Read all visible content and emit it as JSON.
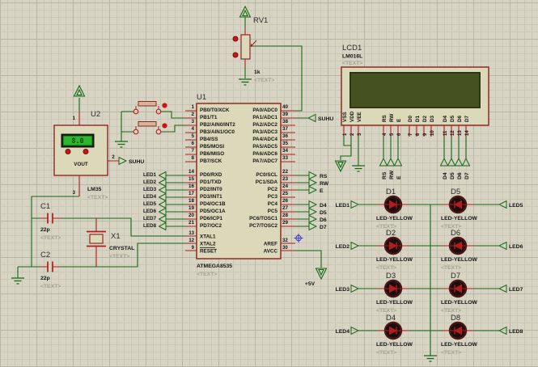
{
  "colors": {
    "wire": "#156915",
    "pin": "#b21c1c",
    "body_border": "#8e2a22",
    "body_fill": "#dcd9ba",
    "lcd_screen": "#45511e",
    "led_symbol": "#b31d1d",
    "ghost_text": "#a3a191",
    "origin_marker": "#3a3ac8"
  },
  "u2": {
    "ref": "U2",
    "part": "LM35",
    "text": "<TEXT>",
    "display": "8.0",
    "pin_label": "VOUT",
    "pin1": "1",
    "pin2": "2",
    "pin3": "3",
    "net": "SUHU"
  },
  "rv1": {
    "ref": "RV1",
    "value": "1k",
    "text": "<TEXT>"
  },
  "c1": {
    "ref": "C1",
    "value": "22p",
    "text": "<TEXT>"
  },
  "c2": {
    "ref": "C2",
    "value": "22p",
    "text": "<TEXT>"
  },
  "x1": {
    "ref": "X1",
    "part": "CRYSTAL",
    "text": "<TEXT>"
  },
  "power": {
    "plus5v": "+5V"
  },
  "u1": {
    "ref": "U1",
    "part": "ATMEGA8535",
    "text": "<TEXT>",
    "suhu": "SUHU",
    "portb": {
      "names": [
        "PB0/T0/XCK",
        "PB1/T1",
        "PB2/AIN0/INT2",
        "PB3/AIN1/OC0",
        "PB4/SS",
        "PB5/MOSI",
        "PB6/MISO",
        "PB7/SCK"
      ],
      "nums": [
        "1",
        "2",
        "3",
        "4",
        "5",
        "6",
        "7",
        "8"
      ]
    },
    "portd": {
      "names": [
        "PD0/RXD",
        "PD1/TXD",
        "PD2/INT0",
        "PD3/INT1",
        "PD4/OC1B",
        "PD5/OC1A",
        "PD6/ICP1",
        "PD7/OC2"
      ],
      "nums": [
        "14",
        "15",
        "16",
        "17",
        "18",
        "19",
        "20",
        "21"
      ]
    },
    "porta": {
      "names": [
        "PA0/ADC0",
        "PA1/ADC1",
        "PA2/ADC2",
        "PA3/ADC3",
        "PA4/ADC4",
        "PA5/ADC5",
        "PA6/ADC6",
        "PA7/ADC7"
      ],
      "nums": [
        "40",
        "39",
        "38",
        "37",
        "36",
        "35",
        "34",
        "33"
      ]
    },
    "portc": {
      "names": [
        "PC0/SCL",
        "PC1/SDA",
        "PC2",
        "PC3",
        "PC4",
        "PC5",
        "PC6/TOSC1",
        "PC7/TOSC2"
      ],
      "nums": [
        "22",
        "23",
        "24",
        "25",
        "26",
        "27",
        "28",
        "29"
      ]
    },
    "xtal1": "XTAL1",
    "xtal1_num": "13",
    "xtal2": "XTAL2",
    "xtal2_num": "12",
    "reset": "RESET",
    "reset_num": "9",
    "aref": "AREF",
    "aref_num": "32",
    "avcc": "AVCC",
    "avcc_num": "30"
  },
  "bus": {
    "rs": "RS",
    "rw": "RW",
    "e": "E",
    "d4": "D4",
    "d5": "D5",
    "d6": "D6",
    "d7": "D7"
  },
  "lcd": {
    "ref": "LCD1",
    "part": "LM016L",
    "text": "<TEXT>",
    "pin_names": [
      "VSS",
      "VDD",
      "VEE",
      "RS",
      "RW",
      "E",
      "D0",
      "D1",
      "D2",
      "D3",
      "D4",
      "D5",
      "D6",
      "D7"
    ],
    "pin_nums": [
      "1",
      "2",
      "3",
      "4",
      "5",
      "6",
      "7",
      "8",
      "9",
      "10",
      "11",
      "12",
      "13",
      "14"
    ]
  },
  "leds": {
    "part": "LED-YELLOW",
    "text": "<TEXT>",
    "refs": [
      "D1",
      "D2",
      "D3",
      "D4",
      "D5",
      "D6",
      "D7",
      "D8"
    ],
    "nets": [
      "LED1",
      "LED2",
      "LED3",
      "LED4",
      "LED5",
      "LED6",
      "LED7",
      "LED8"
    ]
  }
}
